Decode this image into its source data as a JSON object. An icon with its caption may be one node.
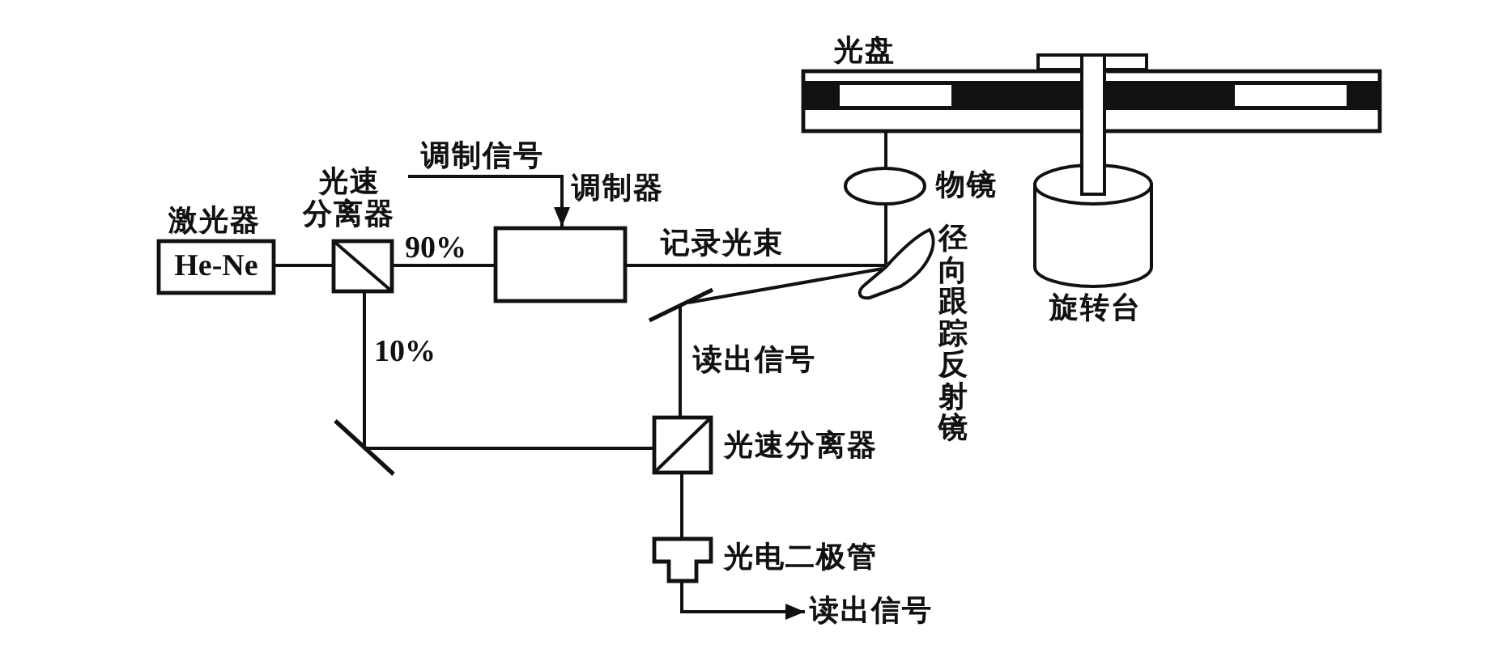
{
  "diagram": {
    "nodes": [
      {
        "text": [
          "光盘"
        ]
      },
      {
        "text": [
          "调制信号"
        ]
      },
      {
        "text": [
          "调制器"
        ]
      },
      {
        "text": [
          "物镜"
        ]
      },
      {
        "text": [
          "激光器",
          "He-Ne"
        ]
      },
      {
        "text": [
          "光速分离器"
        ]
      },
      {
        "text": [
          "径向跟踪反射镜"
        ]
      },
      {
        "text": [
          "旋转台"
        ]
      },
      {
        "text": [],
        "shape": "bar"
      },
      {
        "text": [],
        "shape": "bar"
      },
      {
        "text": [
          "光速分离器"
        ]
      },
      {
        "text": [
          "光电二极管"
        ]
      },
      {
        "text": [
          "读出信号"
        ]
      }
    ],
    "edges": [
      {
        "from": 1,
        "to": 2,
        "arrow": "to"
      },
      {
        "from": 4,
        "to": 5,
        "arrow": "none"
      },
      {
        "from": 5,
        "to": 2,
        "arrow": "none",
        "label": "90%"
      },
      {
        "from": 2,
        "to": 6,
        "arrow": "none",
        "label": "记录光束"
      },
      {
        "from": 6,
        "to": 3,
        "arrow": "none"
      },
      {
        "from": 3,
        "to": 0,
        "arrow": "none"
      },
      {
        "from": 6,
        "to": 8,
        "arrow": "none"
      },
      {
        "from": 8,
        "to": 10,
        "arrow": "none",
        "label": "读出信号"
      },
      {
        "from": 5,
        "to": 9,
        "arrow": "none",
        "label": "10%"
      },
      {
        "from": 9,
        "to": 10,
        "arrow": "none"
      },
      {
        "from": 10,
        "to": 11,
        "arrow": "none"
      },
      {
        "from": 11,
        "to": 12,
        "arrow": "to"
      }
    ]
  }
}
